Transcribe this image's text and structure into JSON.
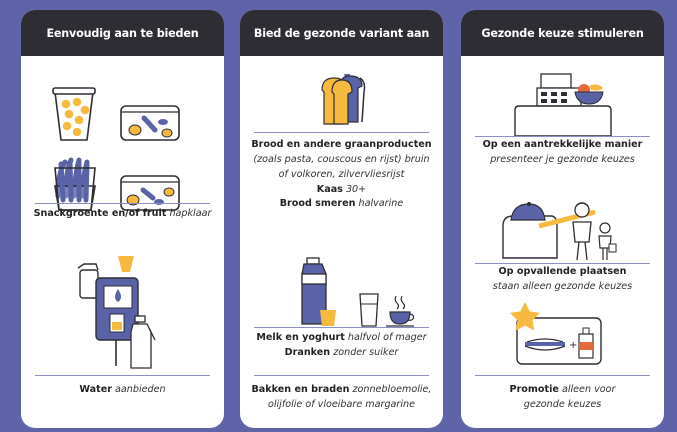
{
  "colors": {
    "background": "#5f63a8",
    "header": "#2d2d33",
    "accent_yellow": "#f7b93e",
    "accent_blue": "#5a63a8",
    "line": "#2d2d33"
  },
  "cards": [
    {
      "title": "Eenvoudig aan te bieden",
      "items": [
        {
          "bold": "Snackgroente en/of fruit",
          "italic": "hapklaar"
        },
        {
          "bold": "Water",
          "italic": "aanbieden"
        }
      ]
    },
    {
      "title": "Bied de gezonde variant aan",
      "items": [
        {
          "bold1": "Brood en andere graanproducten",
          "italic1": "(zoals pasta, couscous en rijst) bruin",
          "italic2": "of volkoren, zilvervliesrijst",
          "bold2": "Kaas",
          "italic3": "30+",
          "bold3": "Brood  smeren",
          "italic4": "halvarine"
        },
        {
          "bold1": "Melk en yoghurt",
          "italic1": "halfvol of mager",
          "bold2": "Dranken",
          "italic2": "zonder suiker"
        },
        {
          "bold": "Bakken en braden",
          "italic1": "zonnebloemolie,",
          "italic2": "olijfolie of vloeibare margarine"
        }
      ]
    },
    {
      "title": "Gezonde keuze stimuleren",
      "items": [
        {
          "bold": "Op een aantrekkelijke manier",
          "italic": "presenteer je gezonde keuzes"
        },
        {
          "bold": "Op opvallende plaatsen",
          "italic": "staan alleen gezonde keuzes"
        },
        {
          "bold": "Promotie",
          "italic1": "alleen voor",
          "italic2": "gezonde keuzes"
        }
      ]
    }
  ],
  "icons": {
    "card1": [
      "fruit-cup-icon",
      "snack-box-icon",
      "vegetable-cup-icon",
      "snack-box-icon",
      "water-dispenser-icon",
      "water-bottle-icon"
    ],
    "card2": [
      "bread-icon",
      "milk-carton-icon",
      "glass-icon",
      "coffee-cup-icon"
    ],
    "card3": [
      "cash-register-icon",
      "fruit-bowl-icon",
      "food-dome-icon",
      "adult-icon",
      "child-icon",
      "star-icon",
      "sandwich-icon",
      "bottle-icon"
    ]
  }
}
